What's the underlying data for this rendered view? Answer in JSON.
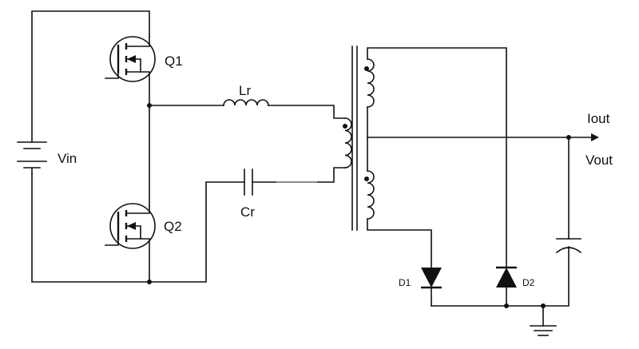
{
  "diagram": {
    "components": {
      "q1": "Q1",
      "q2": "Q2",
      "vin": "Vin",
      "lr": "Lr",
      "cr": "Cr",
      "d1": "D1",
      "d2": "D2"
    },
    "outputs": {
      "iout": "Iout",
      "vout": "Vout"
    }
  }
}
